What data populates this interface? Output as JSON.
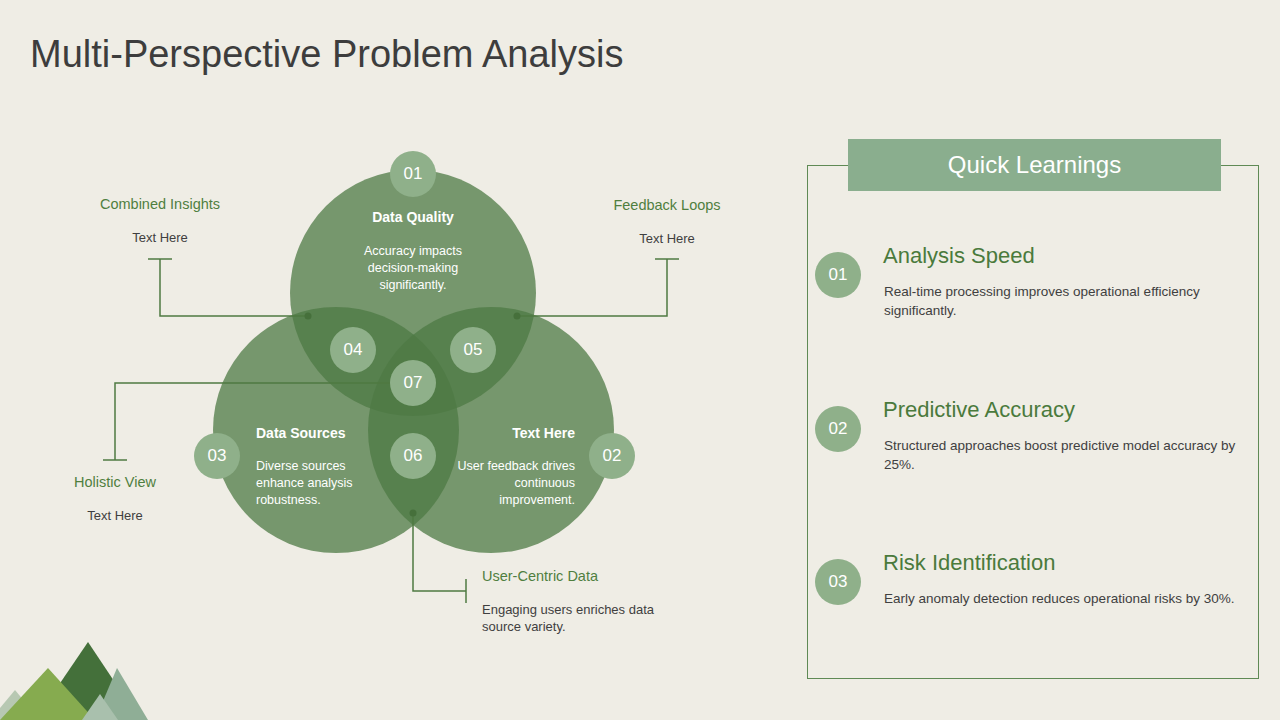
{
  "diagram": {
    "title": "Multi-Perspective Problem Analysis",
    "nodes": [
      {
        "text": [
          "Data Quality",
          "Accuracy impacts decision-making significantly."
        ]
      },
      {
        "text": [
          "01"
        ]
      },
      {
        "text": [
          "Data Sources",
          "Diverse sources enhance analysis robustness."
        ]
      },
      {
        "text": [
          "03"
        ]
      },
      {
        "text": [
          "Text Here",
          "User feedback drives continuous improvement."
        ]
      },
      {
        "text": [
          "02"
        ]
      },
      {
        "text": [
          "04"
        ]
      },
      {
        "text": [
          "05"
        ]
      },
      {
        "text": [
          "07"
        ]
      },
      {
        "text": [
          "06"
        ]
      },
      {
        "text": [
          "Analysis Speed",
          "Real-time processing improves operational efficiency significantly.",
          "Predictive Accuracy",
          "Structured approaches boost predictive model accuracy by 25%.",
          "Risk Identification",
          "Early anomaly detection reduces operational risks by 30%."
        ]
      },
      {
        "text": [
          "Quick Learnings"
        ],
        "in": 10
      },
      {
        "text": [
          "01"
        ],
        "in": 10
      },
      {
        "text": [
          "02"
        ],
        "in": 10
      },
      {
        "text": [
          "03"
        ],
        "in": 10
      }
    ],
    "labels": [
      "Combined Insights",
      "Text Here",
      "Feedback Loops",
      "Text Here",
      "Holistic View",
      "Text Here",
      "User-Centric Data",
      "Engaging users enriches data source variety."
    ]
  }
}
